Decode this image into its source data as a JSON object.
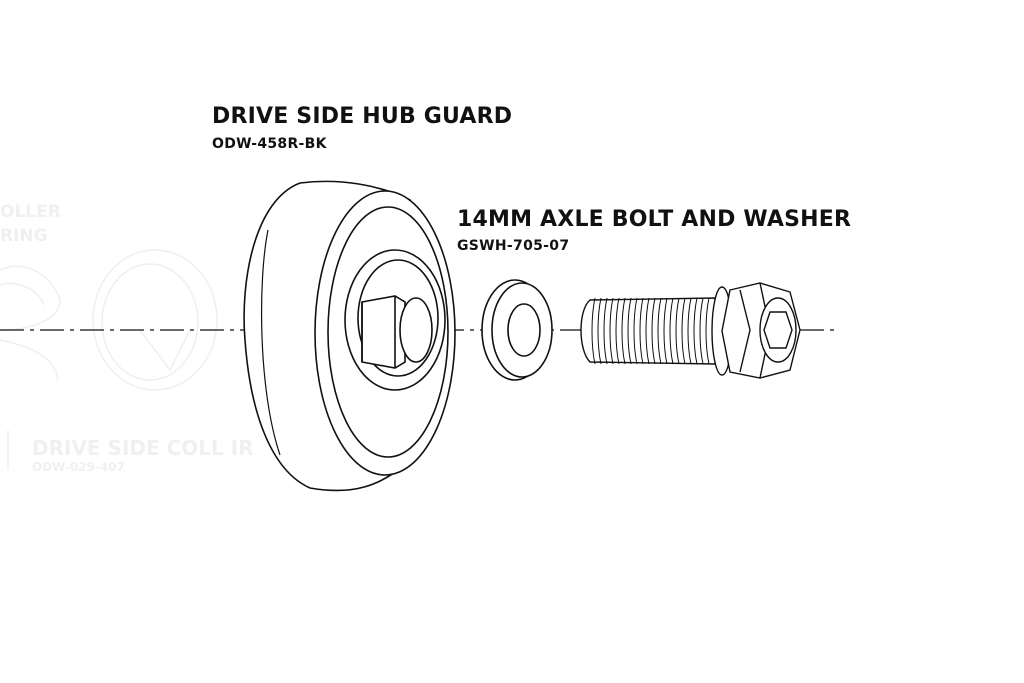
{
  "labels": {
    "hub_guard": {
      "title": "DRIVE SIDE HUB GUARD",
      "part_number": "ODW-458R-BK"
    },
    "axle_bolt": {
      "title": "14MM AXLE BOLT AND WASHER",
      "part_number": "GSWH-705-07"
    }
  },
  "faded_labels": {
    "collar_bearing": {
      "line1": "OLLER",
      "line2": "RING"
    },
    "drive_side_collar": {
      "title": "DRIVE SIDE COLL IR",
      "part_number": "ODW-029-407"
    }
  },
  "colors": {
    "line": "#111111",
    "ghost": "#efefef"
  }
}
